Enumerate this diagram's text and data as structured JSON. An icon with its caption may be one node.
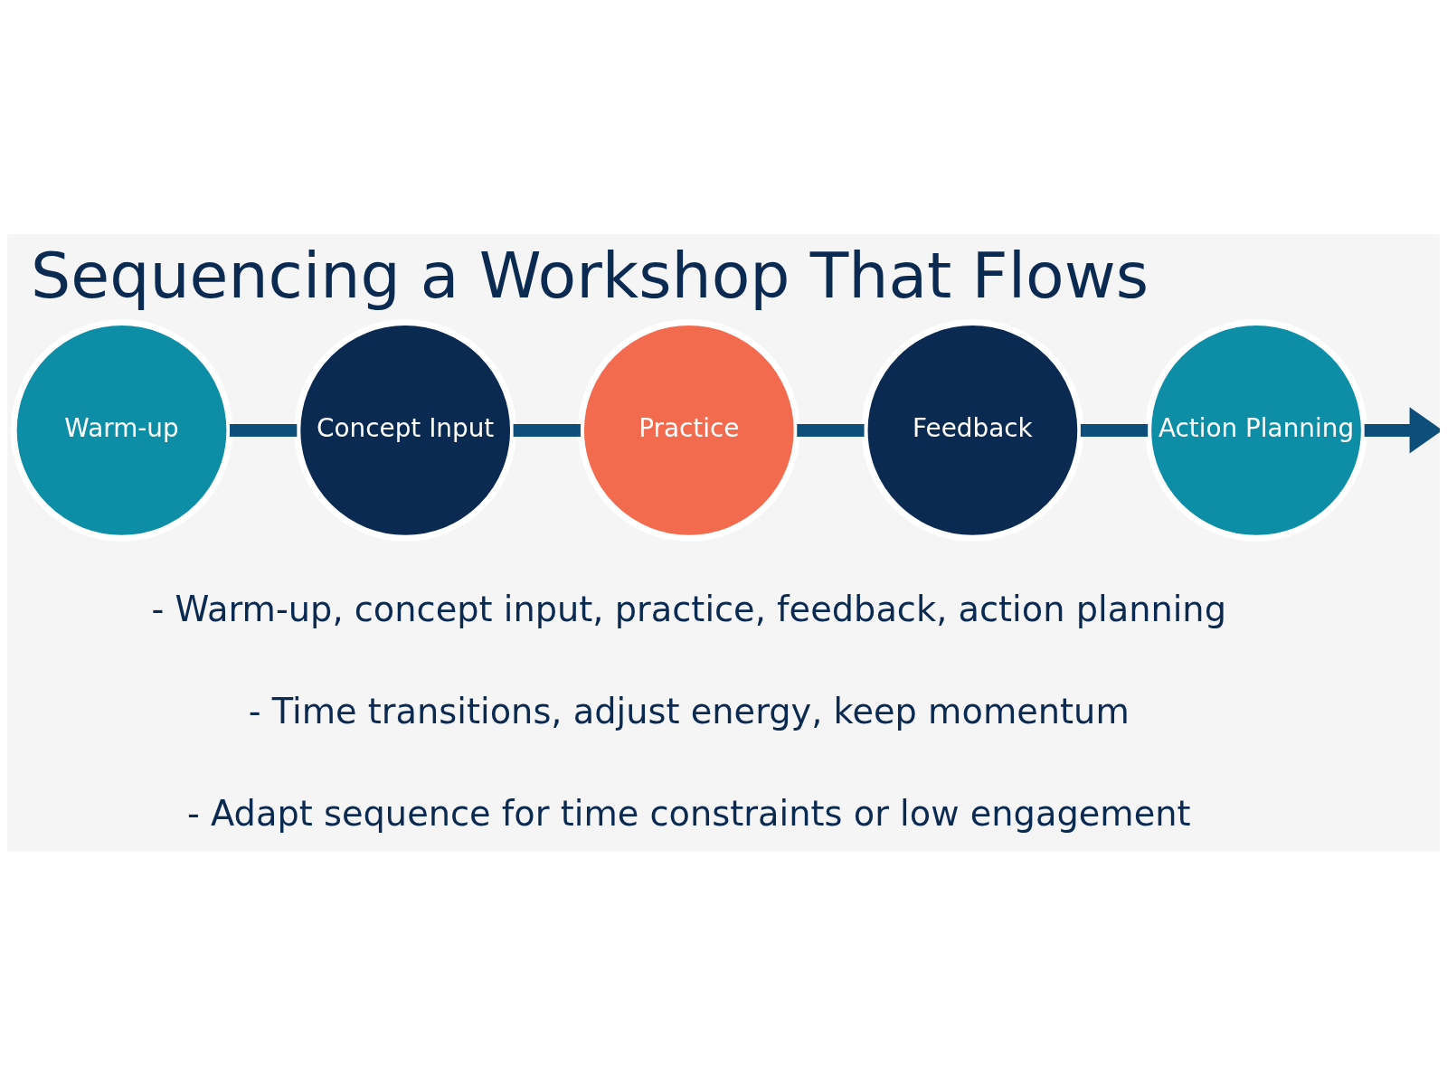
{
  "diagram": {
    "title": "Sequencing a Workshop That Flows",
    "nodes": [
      {
        "text": [
          "Warm-up"
        ]
      },
      {
        "text": [
          "Concept Input"
        ]
      },
      {
        "text": [
          "Practice"
        ]
      },
      {
        "text": [
          "Feedback"
        ]
      },
      {
        "text": [
          "Action Planning"
        ]
      }
    ],
    "edges": [
      {
        "from": 0,
        "to": 1,
        "arrow": "none"
      },
      {
        "from": 1,
        "to": 2,
        "arrow": "none"
      },
      {
        "from": 2,
        "to": 3,
        "arrow": "none"
      },
      {
        "from": 3,
        "to": 4,
        "arrow": "none"
      },
      {
        "from": 4,
        "to": null,
        "arrow": "to"
      }
    ],
    "labels": [
      "- Warm-up, concept input, practice, feedback, action planning",
      "- Time transitions, adjust energy, keep momentum",
      "- Adapt sequence for time constraints or low engagement"
    ]
  }
}
